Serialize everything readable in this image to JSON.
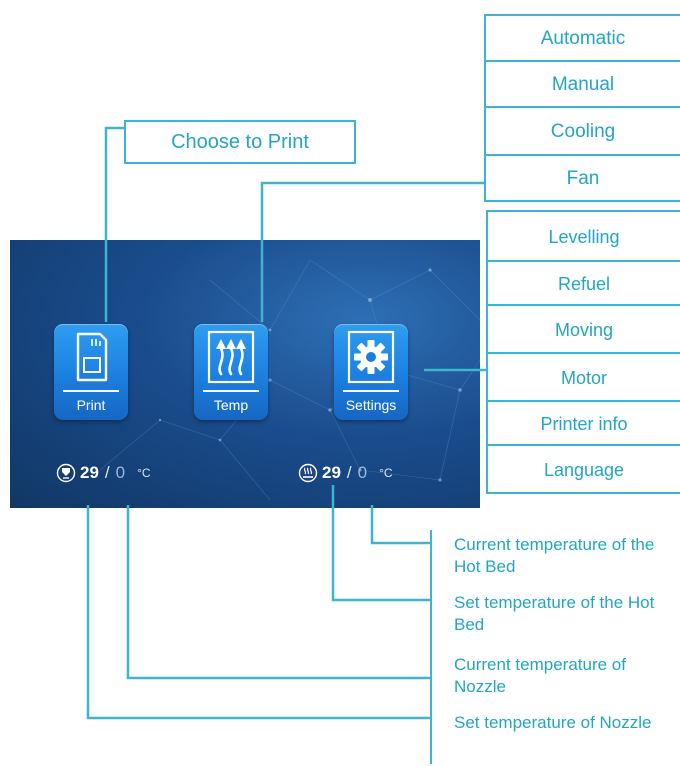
{
  "screen": {
    "tiles": [
      {
        "label": "Print",
        "icon": "sd-card-icon"
      },
      {
        "label": "Temp",
        "icon": "heat-arrows-icon"
      },
      {
        "label": "Settings",
        "icon": "gear-icon"
      }
    ],
    "nozzle": {
      "current": "29",
      "separator": "/",
      "set": "0",
      "unit": "°C",
      "icon": "nozzle-icon"
    },
    "bed": {
      "current": "29",
      "separator": "/",
      "set": "0",
      "unit": "°C",
      "icon": "hot-bed-icon"
    }
  },
  "callouts": {
    "print": "Choose to Print",
    "temp_menu": [
      "Automatic",
      "Manual",
      "Cooling",
      "Fan"
    ],
    "settings_menu": [
      "Levelling",
      "Refuel",
      "Moving",
      "Motor",
      "Printer info",
      "Language"
    ],
    "annotations": [
      "Current temperature of the Hot Bed",
      "Set temperature of the Hot Bed",
      "Current temperature of  Nozzle",
      "Set temperature of Nozzle"
    ]
  },
  "colors": {
    "callout": "#3fb4cf",
    "callout_text": "#23a5c3",
    "screen_bg": "#1a4c8c",
    "tile": "#1c7fe0"
  }
}
